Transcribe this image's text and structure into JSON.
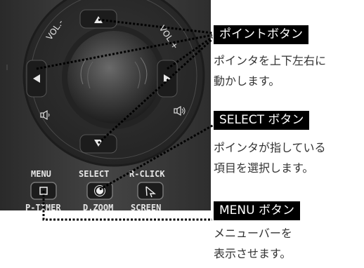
{
  "remote": {
    "vol_minus": "VOL.-",
    "vol_plus": "VOL.+",
    "menu_label": "MENU",
    "select_label": "SELECT",
    "rclick_label": "R-CLICK",
    "ptimer_label": "P-TIMER",
    "dzoom_label": "D.ZOOM",
    "screen_label": "SCREEN"
  },
  "callouts": {
    "point": {
      "title": "ポイントボタン",
      "desc_lines": [
        "ポインタを上下左右に",
        "動かします。"
      ]
    },
    "select": {
      "title": "SELECT ボタン",
      "desc_lines": [
        "ポインタが指している",
        "項目を選択します。"
      ]
    },
    "menu": {
      "title": "MENU ボタン",
      "desc_lines": [
        "メニューバーを",
        "表示させます。"
      ]
    }
  },
  "colors": {
    "remote_body": "#3a3a3a",
    "ring": "#2b2b2b",
    "button": "#1a1a1a",
    "label_bg": "#000000",
    "label_fg": "#ffffff",
    "desc_fg": "#333333"
  },
  "icons": [
    "arrow-up-icon",
    "arrow-down-icon",
    "arrow-left-icon",
    "arrow-right-icon",
    "volume-down-icon",
    "volume-up-icon",
    "select-dot-icon",
    "menu-square-icon",
    "rclick-arrow-icon"
  ]
}
